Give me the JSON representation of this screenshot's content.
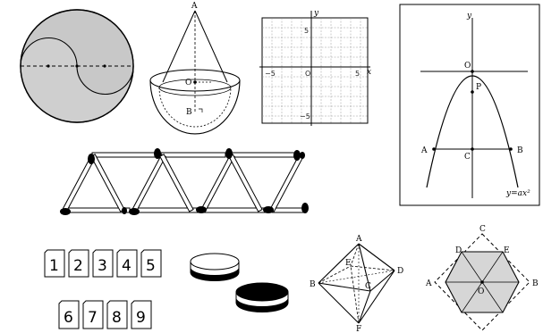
{
  "figures": {
    "cone_hemisphere": {
      "labels": {
        "apex": "A",
        "center": "O",
        "bottom": "B"
      }
    },
    "grid": {
      "x_axis": "x",
      "y_axis": "y",
      "origin": "O",
      "x_ticks": [
        "−5",
        "5"
      ],
      "y_ticks": [
        "5",
        "−5"
      ]
    },
    "parabola": {
      "labels": {
        "y_axis": "y",
        "origin": "O",
        "point_p": "P",
        "point_a": "A",
        "point_b": "B",
        "point_c": "C"
      },
      "equation": "y=ax²"
    },
    "cards": {
      "row1": [
        "1",
        "2",
        "3",
        "4",
        "5"
      ],
      "row2": [
        "6",
        "7",
        "8",
        "9"
      ]
    },
    "octahedron": {
      "labels": {
        "a": "A",
        "b": "B",
        "c": "C",
        "d": "D",
        "e": "E",
        "f": "F"
      }
    },
    "hexagon": {
      "labels": {
        "a": "A",
        "b": "B",
        "c": "C",
        "d": "D",
        "e": "E",
        "o": "O"
      }
    }
  }
}
